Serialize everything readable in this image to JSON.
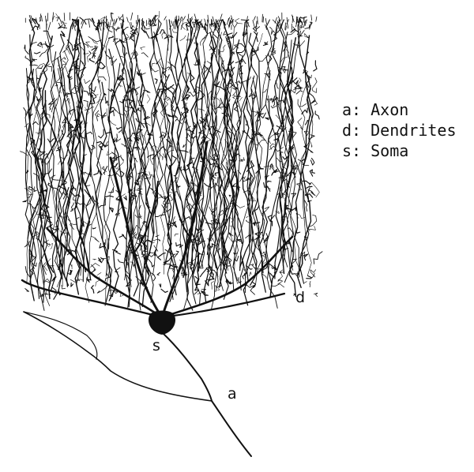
{
  "labels": {
    "axon": "a",
    "dendrites": "d",
    "soma": "s"
  },
  "legend": [
    "a: Axon",
    "d: Dendrites",
    "s: Soma"
  ],
  "colors": {
    "ink": "#111111",
    "background": "#ffffff"
  }
}
